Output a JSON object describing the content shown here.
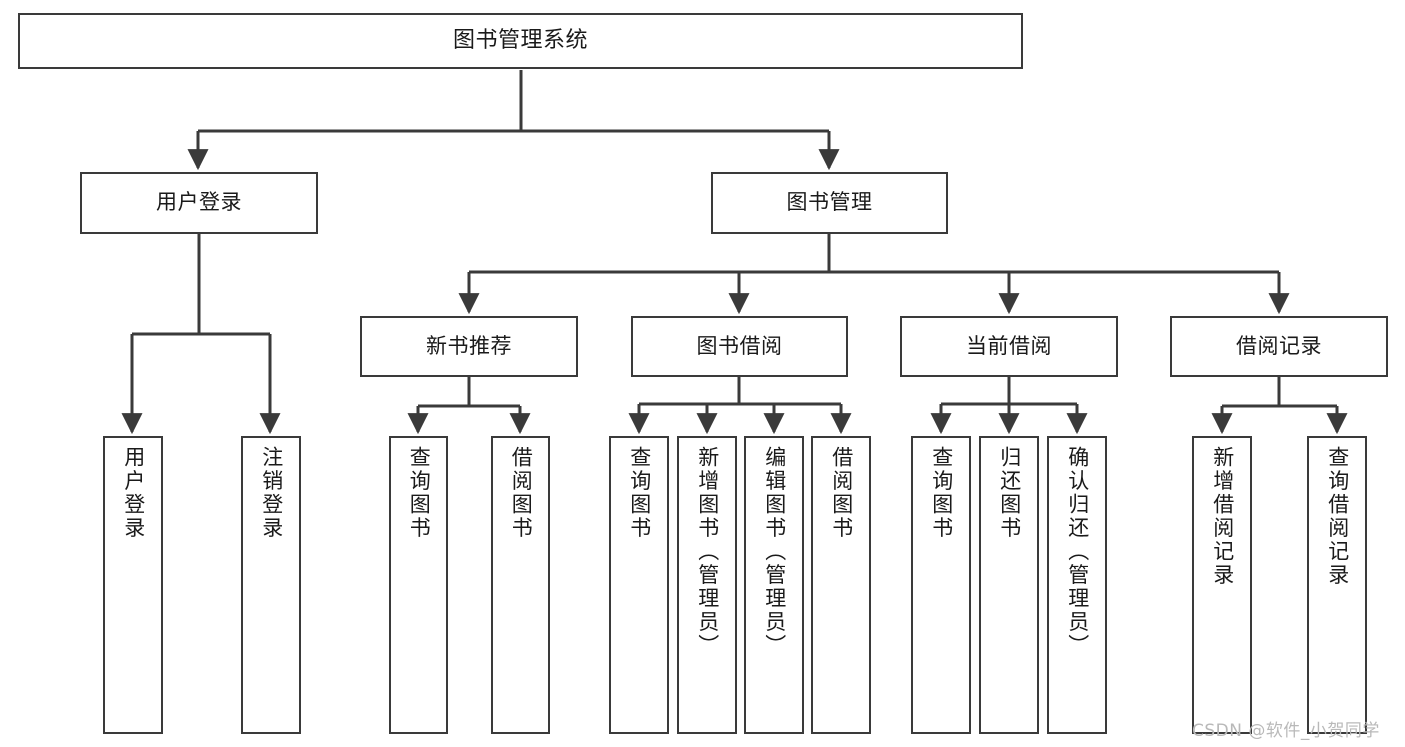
{
  "diagram": {
    "title": "图书管理系统",
    "type": "tree-hierarchy",
    "orientation": "top-down",
    "colors": {
      "box_border": "#3a3a3a",
      "box_fill": "#ffffff",
      "connector": "#3a3a3a",
      "text": "#1a1a1a",
      "watermark": "#b9b9b9",
      "background": "#ffffff"
    },
    "root": {
      "label": "图书管理系统",
      "id": "root-system"
    },
    "level2": [
      {
        "id": "user-login",
        "label": "用户登录"
      },
      {
        "id": "book-management",
        "label": "图书管理"
      }
    ],
    "level3": [
      {
        "id": "new-book-recommend",
        "label": "新书推荐",
        "parent": "book-management"
      },
      {
        "id": "book-borrow",
        "label": "图书借阅",
        "parent": "book-management"
      },
      {
        "id": "current-borrow",
        "label": "当前借阅",
        "parent": "book-management"
      },
      {
        "id": "borrow-record",
        "label": "借阅记录",
        "parent": "book-management"
      }
    ],
    "leaves": {
      "user-login": [
        {
          "id": "leaf-user-login",
          "label": "用户登录"
        },
        {
          "id": "leaf-user-logout",
          "label": "注销登录"
        }
      ],
      "new-book-recommend": [
        {
          "id": "leaf-query-book-1",
          "label": "查询图书"
        },
        {
          "id": "leaf-borrow-book-1",
          "label": "借阅图书"
        }
      ],
      "book-borrow": [
        {
          "id": "leaf-query-book-2",
          "label": "查询图书"
        },
        {
          "id": "leaf-add-book",
          "label": "新增图书（管理员）"
        },
        {
          "id": "leaf-edit-book",
          "label": "编辑图书（管理员）"
        },
        {
          "id": "leaf-borrow-book-2",
          "label": "借阅图书"
        }
      ],
      "current-borrow": [
        {
          "id": "leaf-query-book-3",
          "label": "查询图书"
        },
        {
          "id": "leaf-return-book",
          "label": "归还图书"
        },
        {
          "id": "leaf-confirm-return",
          "label": "确认归还（管理员）"
        }
      ],
      "borrow-record": [
        {
          "id": "leaf-add-record",
          "label": "新增借阅记录"
        },
        {
          "id": "leaf-query-record",
          "label": "查询借阅记录"
        }
      ]
    }
  },
  "watermark": {
    "text": "CSDN @软件_小贺同学"
  }
}
